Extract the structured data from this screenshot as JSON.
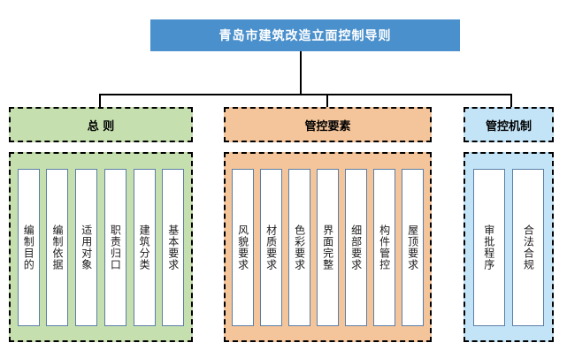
{
  "diagram": {
    "title": "青岛市建筑改造立面控制导则",
    "colors": {
      "title_fill": "#4A90CC",
      "title_text": "#FFFFFF",
      "green_fill": "#C5DFAF",
      "orange_fill": "#F4C49A",
      "blue_fill": "#C3E4F7",
      "column_fill": "#FFFFFF",
      "column_border": "#5B7FA6",
      "connector": "#000000",
      "dashed_border": "#000000"
    },
    "sections": [
      {
        "id": "general-principles",
        "header": "总  则",
        "theme": "green",
        "items": [
          {
            "label": "编制目的"
          },
          {
            "label": "编制依据"
          },
          {
            "label": "适用对象"
          },
          {
            "label": "职责归口"
          },
          {
            "label": "建筑分类"
          },
          {
            "label": "基本要求"
          }
        ]
      },
      {
        "id": "control-elements",
        "header": "管控要素",
        "theme": "orange",
        "items": [
          {
            "label": "风貌要求"
          },
          {
            "label": "材质要求"
          },
          {
            "label": "色彩要求"
          },
          {
            "label": "界面完整"
          },
          {
            "label": "细部要求"
          },
          {
            "label": "构件管控"
          },
          {
            "label": "屋顶要求"
          }
        ]
      },
      {
        "id": "control-mechanism",
        "header": "管控机制",
        "theme": "blue",
        "items": [
          {
            "label": "审批程序"
          },
          {
            "label": "合法合规"
          }
        ]
      }
    ]
  }
}
